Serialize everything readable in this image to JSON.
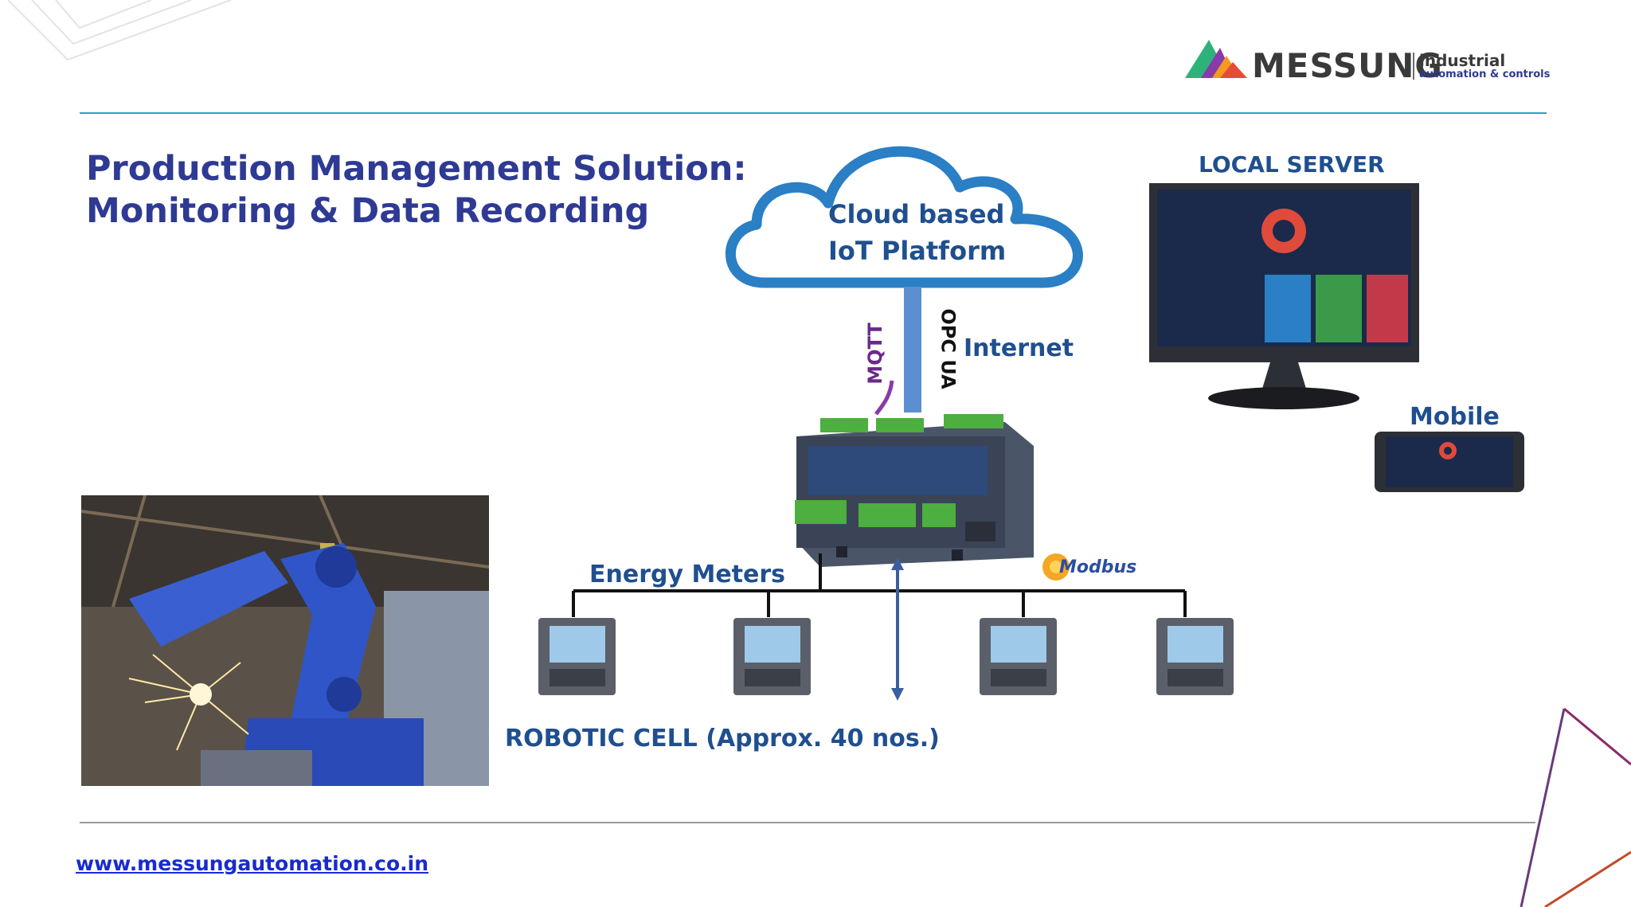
{
  "header": {
    "brand": "MESSUNG",
    "tagline_top": "industrial",
    "tagline_bottom": "automation & controls"
  },
  "title": {
    "line1": "Production Management Solution:",
    "line2": "Monitoring & Data Recording"
  },
  "diagram": {
    "cloud_line1": "Cloud based",
    "cloud_line2": "IoT Platform",
    "internet": "Internet",
    "protocol_mqtt": "MQTT",
    "protocol_opcua": "OPC UA",
    "local_server": "LOCAL SERVER",
    "mobile": "Mobile",
    "energy_meters": "Energy Meters",
    "modbus": "Modbus",
    "robotic_cell": "ROBOTIC CELL (Approx. 40 nos.)"
  },
  "footer": {
    "url": "www.messungautomation.co.in"
  },
  "colors": {
    "title": "#2e3a93",
    "diagram_label": "#1f4f8f",
    "cloud": "#2a7fc5",
    "accent_line": "#2aa0c8",
    "url": "#1a2ad0",
    "controller_green": "#4caf3f"
  }
}
